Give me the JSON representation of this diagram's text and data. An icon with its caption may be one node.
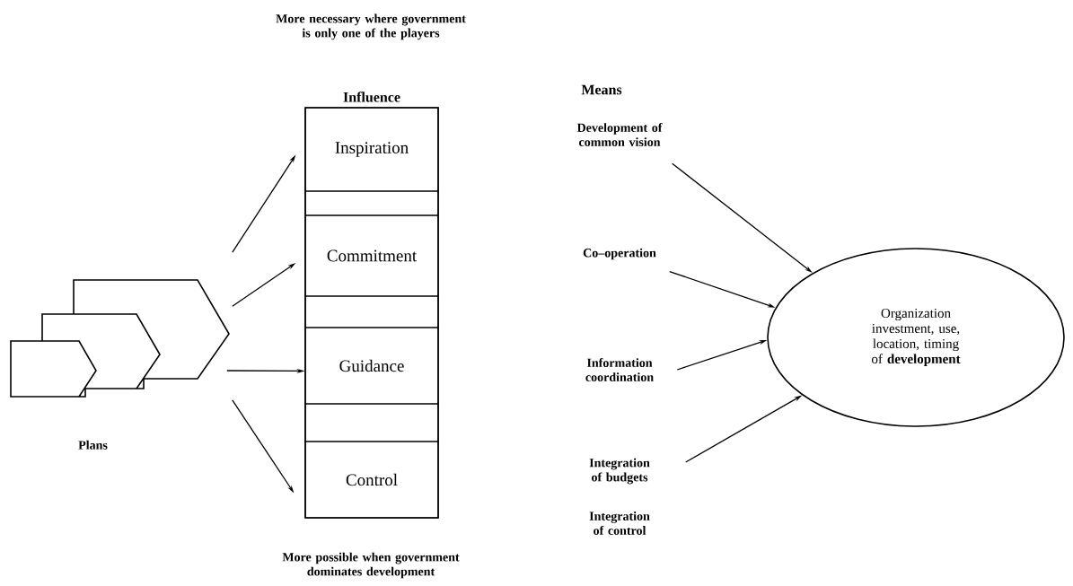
{
  "diagram": {
    "nodes": [
      {
        "text": [],
        "shape": "picture",
        "beside": [
          "Plans"
        ]
      },
      {
        "text": [
          "Influence"
        ]
      },
      {
        "text": [
          "Inspiration"
        ],
        "in": 1
      },
      {
        "text": [],
        "shape": "box",
        "in": 1
      },
      {
        "text": [
          "Commitment"
        ],
        "in": 1
      },
      {
        "text": [],
        "shape": "box",
        "in": 1
      },
      {
        "text": [
          "Guidance"
        ],
        "in": 1
      },
      {
        "text": [],
        "shape": "box",
        "in": 1
      },
      {
        "text": [
          "Control"
        ],
        "in": 1
      },
      {
        "text": [
          "Development of common vision"
        ]
      },
      {
        "text": [
          "Co–operation"
        ]
      },
      {
        "text": [
          "Information coordination"
        ]
      },
      {
        "text": [
          "Integration of budgets"
        ]
      },
      {
        "text": [
          "Organization investment, use, location, timing of **development**"
        ]
      }
    ],
    "edges": [
      {
        "from": 0,
        "to": 2,
        "arrow": "to"
      },
      {
        "from": 0,
        "to": 4,
        "arrow": "to"
      },
      {
        "from": 0,
        "to": 6,
        "arrow": "to"
      },
      {
        "from": 0,
        "to": 8,
        "arrow": "to"
      },
      {
        "from": 9,
        "to": 13,
        "arrow": "to"
      },
      {
        "from": 10,
        "to": 13,
        "arrow": "to"
      },
      {
        "from": 11,
        "to": 13,
        "arrow": "to"
      },
      {
        "from": 12,
        "to": 13,
        "arrow": "to"
      }
    ],
    "labels": [
      "More necessary where government is only one of the players",
      "Means",
      "Integration of control",
      "More possible when government dominates development"
    ]
  }
}
